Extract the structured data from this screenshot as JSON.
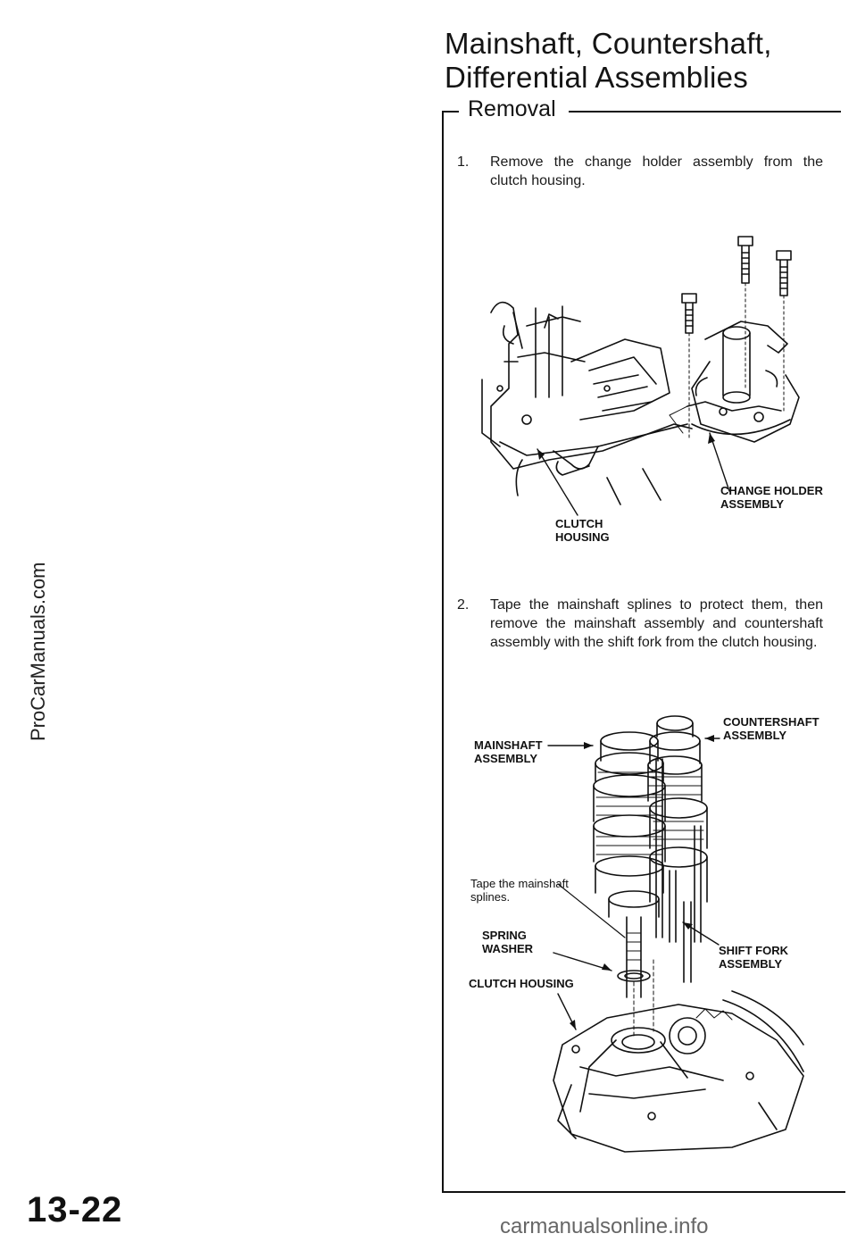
{
  "header": {
    "title_line1": "Mainshaft, Countershaft,",
    "title_line2": "Differential Assemblies",
    "section": "Removal"
  },
  "steps": [
    {
      "number": "1.",
      "text": "Remove the change holder assembly from the clutch housing."
    },
    {
      "number": "2.",
      "text": "Tape the mainshaft splines to protect them, then remove the mainshaft assembly and countershaft assembly with the shift fork from the clutch housing."
    }
  ],
  "figure1": {
    "callouts": {
      "change_holder": "CHANGE HOLDER\nASSEMBLY",
      "clutch_housing": "CLUTCH\nHOUSING"
    }
  },
  "figure2": {
    "callouts": {
      "countershaft": "COUNTERSHAFT\nASSEMBLY",
      "mainshaft": "MAINSHAFT\nASSEMBLY",
      "tape": "Tape the mainshaft\nsplines.",
      "spring_washer": "SPRING\nWASHER",
      "shift_fork": "SHIFT FORK\nASSEMBLY",
      "clutch_housing": "CLUTCH HOUSING"
    }
  },
  "sidebar": {
    "watermark": "ProCarManuals.com"
  },
  "footer": {
    "page_number": "13-22",
    "site": "carmanualsonline.info"
  }
}
